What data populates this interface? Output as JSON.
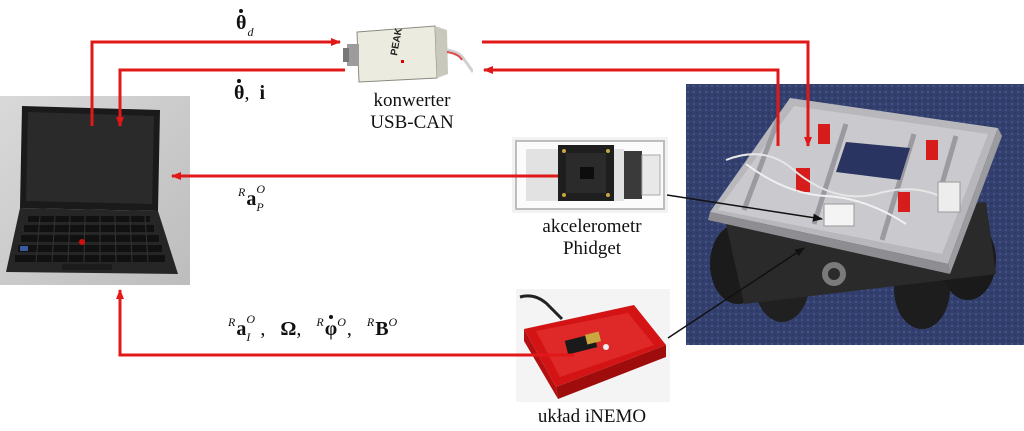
{
  "labels": {
    "converter_line1": "konwerter",
    "converter_line2": "USB-CAN",
    "accel_line1": "akcelerometr",
    "accel_line2": "Phidget",
    "inemo": "układ iNEMO"
  },
  "math": {
    "theta_d": {
      "symbol": "θ",
      "subscript": "d"
    },
    "theta_i": {
      "symbol": "θ",
      "separator": ",",
      "second": "i"
    },
    "a_p": {
      "pre_sup": "R",
      "symbol": "a",
      "sup": "O",
      "sub": "P"
    },
    "inemo_signals": {
      "a_I": {
        "pre_sup": "R",
        "symbol": "a",
        "sup": "O",
        "sub": "I"
      },
      "omega": "Ω",
      "phi": {
        "pre_sup": "R",
        "symbol": "φ",
        "sup": "O"
      },
      "B": {
        "pre_sup": "R",
        "symbol": "B",
        "sup": "O"
      },
      "separator": ","
    }
  },
  "colors": {
    "arrow": "#e01818",
    "pointer": "#111111",
    "laptop_bg": "#c9c9c9",
    "robot_bg": "#2f3b6b",
    "inemo_box": "#d81414"
  },
  "images": {
    "laptop": "laptop-photo",
    "converter": "usb-can-converter-photo",
    "accelerometer": "phidget-accelerometer-photo",
    "inemo": "inemo-board-photo",
    "robot": "mobile-robot-photo"
  },
  "converter_brand": "PEAK"
}
